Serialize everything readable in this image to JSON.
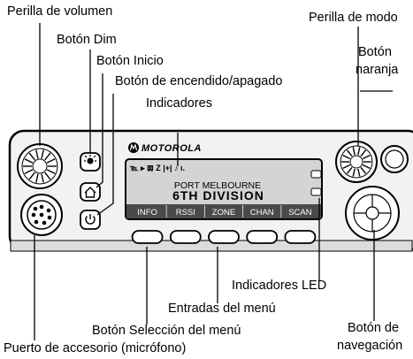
{
  "labels": {
    "volume_knob": "Perilla de volumen",
    "dim_button": "Botón Dim",
    "home_button": "Botón Inicio",
    "power_button": "Botón de encendido/apagado",
    "indicators": "Indicadores",
    "mode_knob": "Perilla de modo",
    "orange_button_line1": "Botón",
    "orange_button_line2": "naranja",
    "led_indicators": "Indicadores LED",
    "menu_entries": "Entradas del menú",
    "menu_select_button": "Botón Selección del menú",
    "nav_button_line1": "Botón de",
    "nav_button_line2": "navegación",
    "accessory_port": "Puerto de accesorio (micrófono)"
  },
  "radio": {
    "brand": "MOTOROLA",
    "display_line1": "PORT MELBOURNE",
    "display_line2": "6TH DIVISION",
    "status_icons": "℡ ▸ ⊠ Z |+| ♪ ı.",
    "menu_items": [
      "INFO",
      "RSSI",
      "ZONE",
      "CHAN",
      "SCAN"
    ]
  },
  "colors": {
    "line": "#000000",
    "body": "#f2f2f2",
    "screen": "#d4d4d4",
    "menu_bar": "#4a4a4a"
  }
}
